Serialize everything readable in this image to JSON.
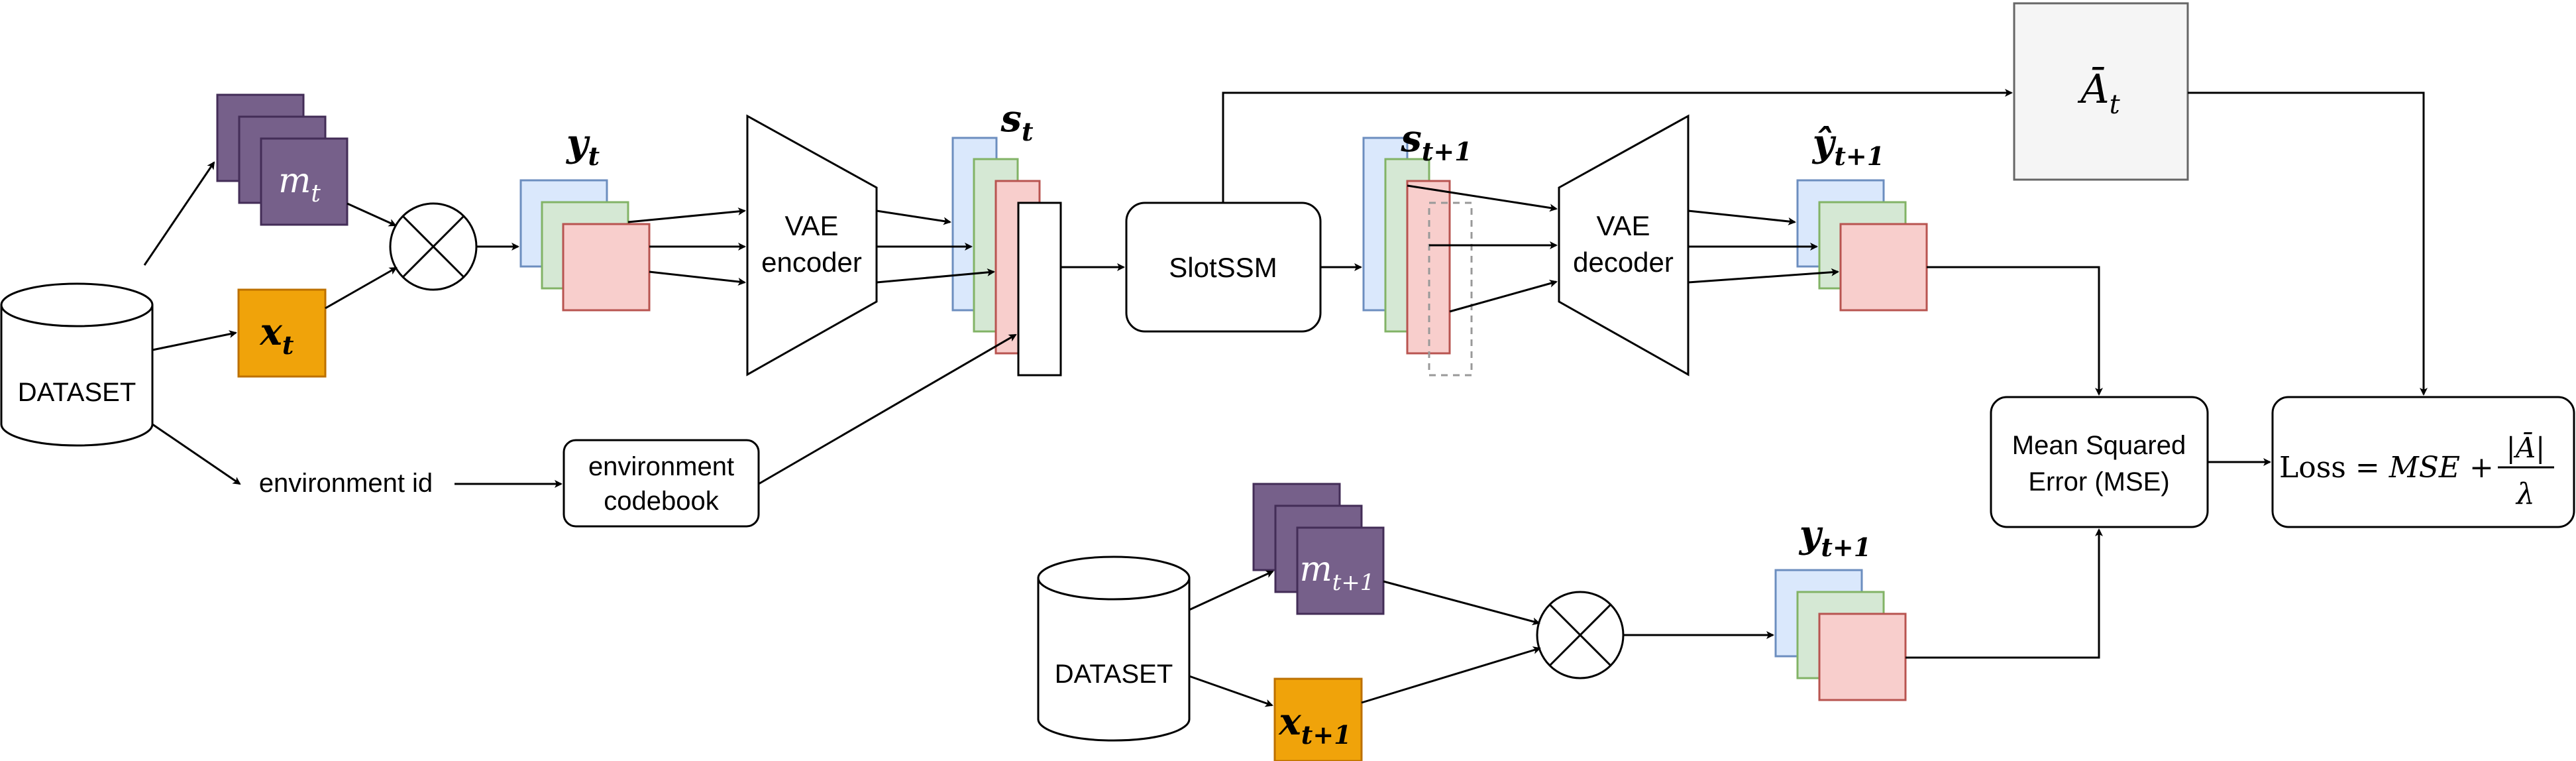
{
  "dataset_top": {
    "label": "DATASET"
  },
  "dataset_bottom": {
    "label": "DATASET"
  },
  "mask_t": {
    "symbol": "m",
    "sub": "t"
  },
  "image_t": {
    "symbol": "x",
    "sub": "t"
  },
  "mask_t1": {
    "symbol": "m",
    "sub": "t+1"
  },
  "image_t1": {
    "symbol": "x",
    "sub": "t+1"
  },
  "y_t": {
    "symbol": "y",
    "sub": "t"
  },
  "y_t1": {
    "symbol": "y",
    "sub": "t+1"
  },
  "y_hat": {
    "symbol": "ŷ",
    "sub": "t+1"
  },
  "s_t": {
    "symbol": "s",
    "sub": "t"
  },
  "s_t1": {
    "symbol": "s",
    "sub": "t+1"
  },
  "a_bar": {
    "symbol": "Ā",
    "sub": "t"
  },
  "env_id": {
    "label": "environment id"
  },
  "env_codebook": {
    "line1": "environment",
    "line2": "codebook"
  },
  "vae_encoder": {
    "line1": "VAE",
    "line2": "encoder"
  },
  "vae_decoder": {
    "line1": "VAE",
    "line2": "decoder"
  },
  "slotssm": {
    "label": "SlotSSM"
  },
  "mse": {
    "line1": "Mean Squared",
    "line2": "Error (MSE)"
  },
  "loss": {
    "lhs": "Loss",
    "eq": " = ",
    "mse": "MSE",
    "plus": " + ",
    "numerator": "|Ā|",
    "denominator": "λ"
  },
  "colors": {
    "mask_fill": "#76608a",
    "mask_stroke": "#432d57",
    "image_fill": "#f0a30a",
    "image_stroke": "#bd7000",
    "blue_fill": "#dae8fc",
    "blue_stroke": "#6c8ebf",
    "green_fill": "#d5e8d4",
    "green_stroke": "#82b366",
    "red_fill": "#f8cecc",
    "red_stroke": "#b85450",
    "abar_fill": "#f5f5f5",
    "abar_stroke": "#666666",
    "dashed_stroke": "#999999"
  }
}
